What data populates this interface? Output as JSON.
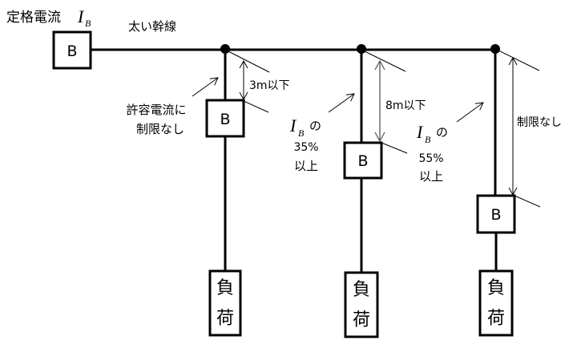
{
  "title": {
    "rated_current_label": "定格電流",
    "ib_symbol": "I",
    "ib_subscript": "B"
  },
  "trunk_label": "太い幹線",
  "breaker_label": "B",
  "load_label_line1": "負",
  "load_label_line2": "荷",
  "branches": [
    {
      "distance_label": "3m以下",
      "annotation_lines": [
        "許容電流に",
        "制限なし"
      ]
    },
    {
      "distance_label": "8m以下",
      "annotation_prefix": "の",
      "annotation_lines": [
        "35%",
        "以上"
      ]
    },
    {
      "distance_label": "制限なし",
      "annotation_prefix": "の",
      "annotation_lines": [
        "55%",
        "以上"
      ]
    }
  ]
}
